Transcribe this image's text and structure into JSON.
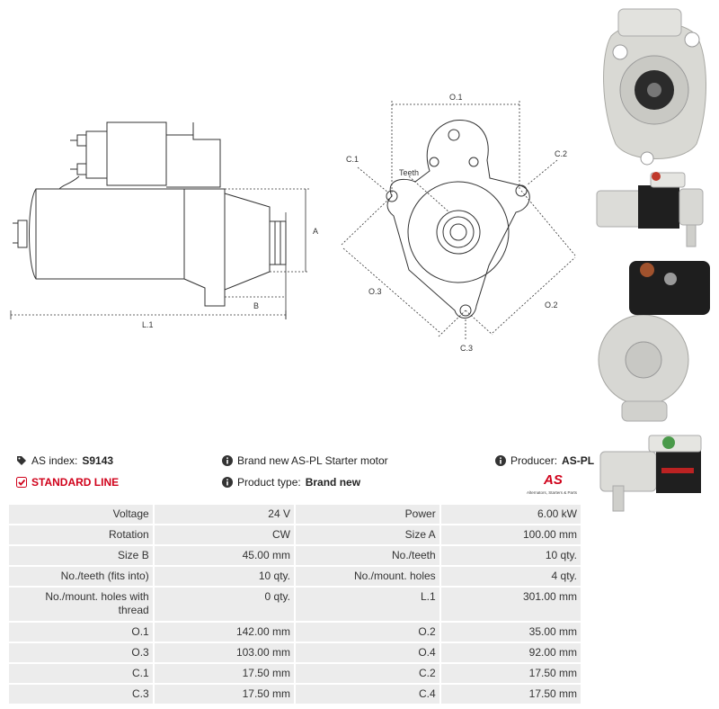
{
  "diagram": {
    "labels": {
      "a": "A",
      "b": "B",
      "l1": "L.1",
      "o1": "O.1",
      "o2": "O.2",
      "o3": "O.3",
      "c1": "C.1",
      "c2": "C.2",
      "c3": "C.3",
      "teeth": "Teeth"
    }
  },
  "photos": [
    "starter-photo-front",
    "starter-photo-side",
    "starter-photo-rear",
    "starter-photo-side-2"
  ],
  "info": {
    "as_index_label": "AS index:",
    "as_index_value": "S9143",
    "description": "Brand new AS-PL Starter motor",
    "producer_label": "Producer:",
    "producer_value": "AS-PL",
    "line": "STANDARD LINE",
    "product_type_label": "Product type:",
    "product_type_value": "Brand new",
    "logo_text": "AS",
    "logo_tagline": "Alternators, Starters & Parts",
    "colors": {
      "accent": "#d0021b",
      "cell_bg": "#ececec"
    }
  },
  "specs": [
    [
      "Voltage",
      "24 V",
      "Power",
      "6.00 kW"
    ],
    [
      "Rotation",
      "CW",
      "Size A",
      "100.00 mm"
    ],
    [
      "Size B",
      "45.00 mm",
      "No./teeth",
      "10 qty."
    ],
    [
      "No./teeth (fits into)",
      "10 qty.",
      "No./mount. holes",
      "4 qty."
    ],
    [
      "No./mount. holes with thread",
      "0 qty.",
      "L.1",
      "301.00 mm"
    ],
    [
      "O.1",
      "142.00 mm",
      "O.2",
      "35.00 mm"
    ],
    [
      "O.3",
      "103.00 mm",
      "O.4",
      "92.00 mm"
    ],
    [
      "C.1",
      "17.50 mm",
      "C.2",
      "17.50 mm"
    ],
    [
      "C.3",
      "17.50 mm",
      "C.4",
      "17.50 mm"
    ]
  ]
}
